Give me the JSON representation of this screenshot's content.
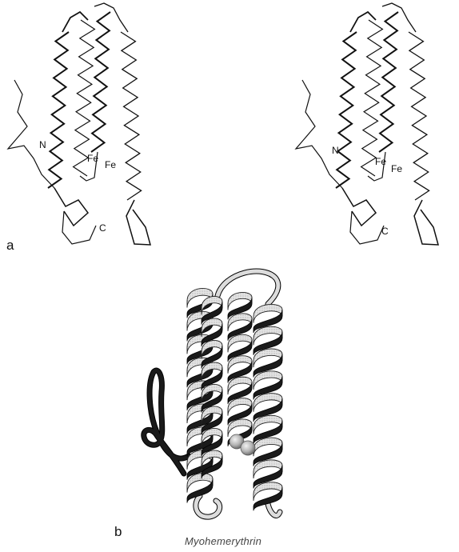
{
  "panel_a": {
    "label": "a",
    "left_view": {
      "n_terminus": "N",
      "c_terminus": "C",
      "iron_1": "Fe",
      "iron_2": "Fe"
    },
    "right_view": {
      "n_terminus": "N",
      "c_terminus": "C",
      "iron_1": "Fe",
      "iron_2": "Fe"
    }
  },
  "panel_b": {
    "label": "b",
    "caption": "Myohemerythrin"
  },
  "colors": {
    "line": "#111111",
    "ribbon_dark": "#1a1a1a",
    "ribbon_light": "#d9d9d9",
    "sphere": "#bdbdbd"
  }
}
